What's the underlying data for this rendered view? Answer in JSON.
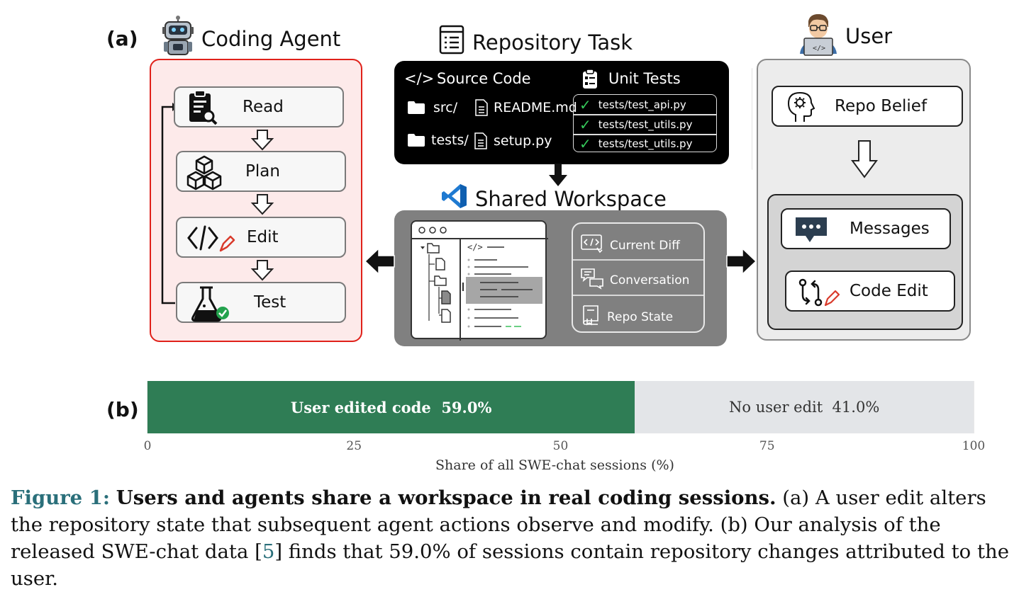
{
  "panel_a_label": "(a)",
  "panel_b_label": "(b)",
  "agent": {
    "title": "Coding Agent",
    "icon": "robot-icon",
    "steps": [
      {
        "label": "Read",
        "icon": "clipboard-search-icon"
      },
      {
        "label": "Plan",
        "icon": "cubes-icon"
      },
      {
        "label": "Edit",
        "icon": "code-edit-icon"
      },
      {
        "label": "Test",
        "icon": "flask-check-icon"
      }
    ]
  },
  "repo": {
    "title": "Repository Task",
    "icon": "document-list-icon",
    "source_header": "Source Code",
    "tests_header": "Unit Tests",
    "files": [
      "src/",
      "README.md",
      "tests/",
      "setup.py"
    ],
    "tests": [
      "tests/test_api.py",
      "tests/test_utils.py",
      "tests/test_utils.py"
    ]
  },
  "workspace": {
    "title": "Shared Workspace",
    "icon": "vscode-icon",
    "items": [
      {
        "label": "Current Diff",
        "icon": "diff-icon"
      },
      {
        "label": "Conversation",
        "icon": "chat-bubbles-icon"
      },
      {
        "label": "Repo State",
        "icon": "repo-book-icon"
      }
    ]
  },
  "user": {
    "title": "User",
    "icon": "developer-icon",
    "belief": "Repo Belief",
    "messages": "Messages",
    "code_edit": "Code Edit"
  },
  "colors": {
    "agent_border": "#e0211a",
    "agent_fill": "#fdeaea",
    "bar_user": "#2f7d55",
    "bar_none": "#e3e5e8",
    "caption_accent": "#2a6f7a"
  },
  "chart_data": {
    "type": "bar",
    "orientation": "horizontal-stacked",
    "series": [
      {
        "name": "User edited code",
        "value": 59.0,
        "label": "User edited code  59.0%"
      },
      {
        "name": "No user edit",
        "value": 41.0,
        "label": "No user edit  41.0%"
      }
    ],
    "xticks": [
      0,
      25,
      50,
      75,
      100
    ],
    "xlim": [
      0,
      100
    ],
    "xlabel": "Share of all SWE-chat sessions (%)",
    "grid": true
  },
  "caption": {
    "figure": "Figure 1:",
    "title": "Users and agents share a workspace in real coding sessions.",
    "body1": " (a) A user edit alters the repository state that subsequent agent actions observe and modify. (b) Our analysis of the released SWE-chat data [",
    "ref": "5",
    "body2": "] finds that 59.0% of sessions contain repository changes attributed to the user."
  }
}
